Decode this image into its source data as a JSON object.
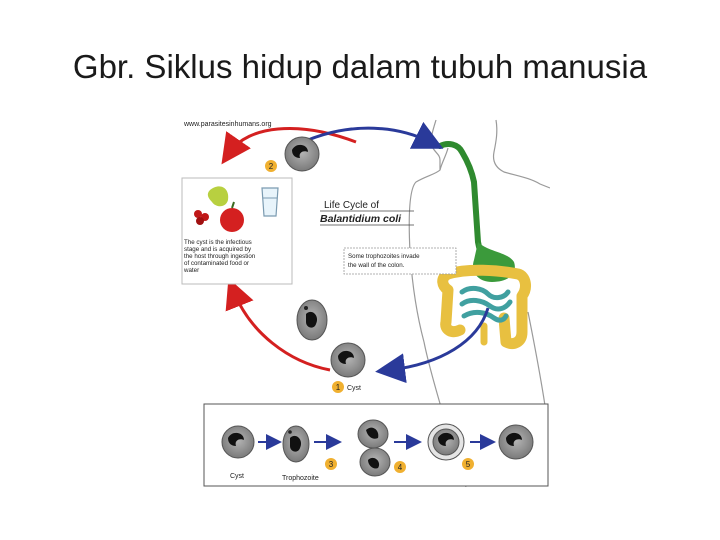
{
  "slide": {
    "title": "Gbr. Siklus hidup dalam tubuh manusia"
  },
  "figure": {
    "watermark": "www.parasitesinhumans.org",
    "heading_line1": "Life Cycle of",
    "heading_line2": "Balantidium coli",
    "cyst_note": [
      "The cyst is the infectious",
      "stage and is acquired by",
      "the host through ingestion",
      "of contaminated food or",
      "water"
    ],
    "invade_note": [
      "Some trophozoites invade",
      "the wall of the colon."
    ],
    "step_numbers": [
      "1",
      "2",
      "3",
      "4",
      "5"
    ],
    "label_cyst_top": "Cyst",
    "label_cyst_bottom": "Cyst",
    "label_trophozoite": "Trophozoite",
    "colors": {
      "red_arrow": "#d42020",
      "blue_arrow": "#2a3a9a",
      "digestive_tract": "#2f8a2f",
      "stomach": "#3b9a3b",
      "colon": "#e8c040",
      "small_intestine": "#40a0a0",
      "step_badge": "#f0b030"
    }
  }
}
